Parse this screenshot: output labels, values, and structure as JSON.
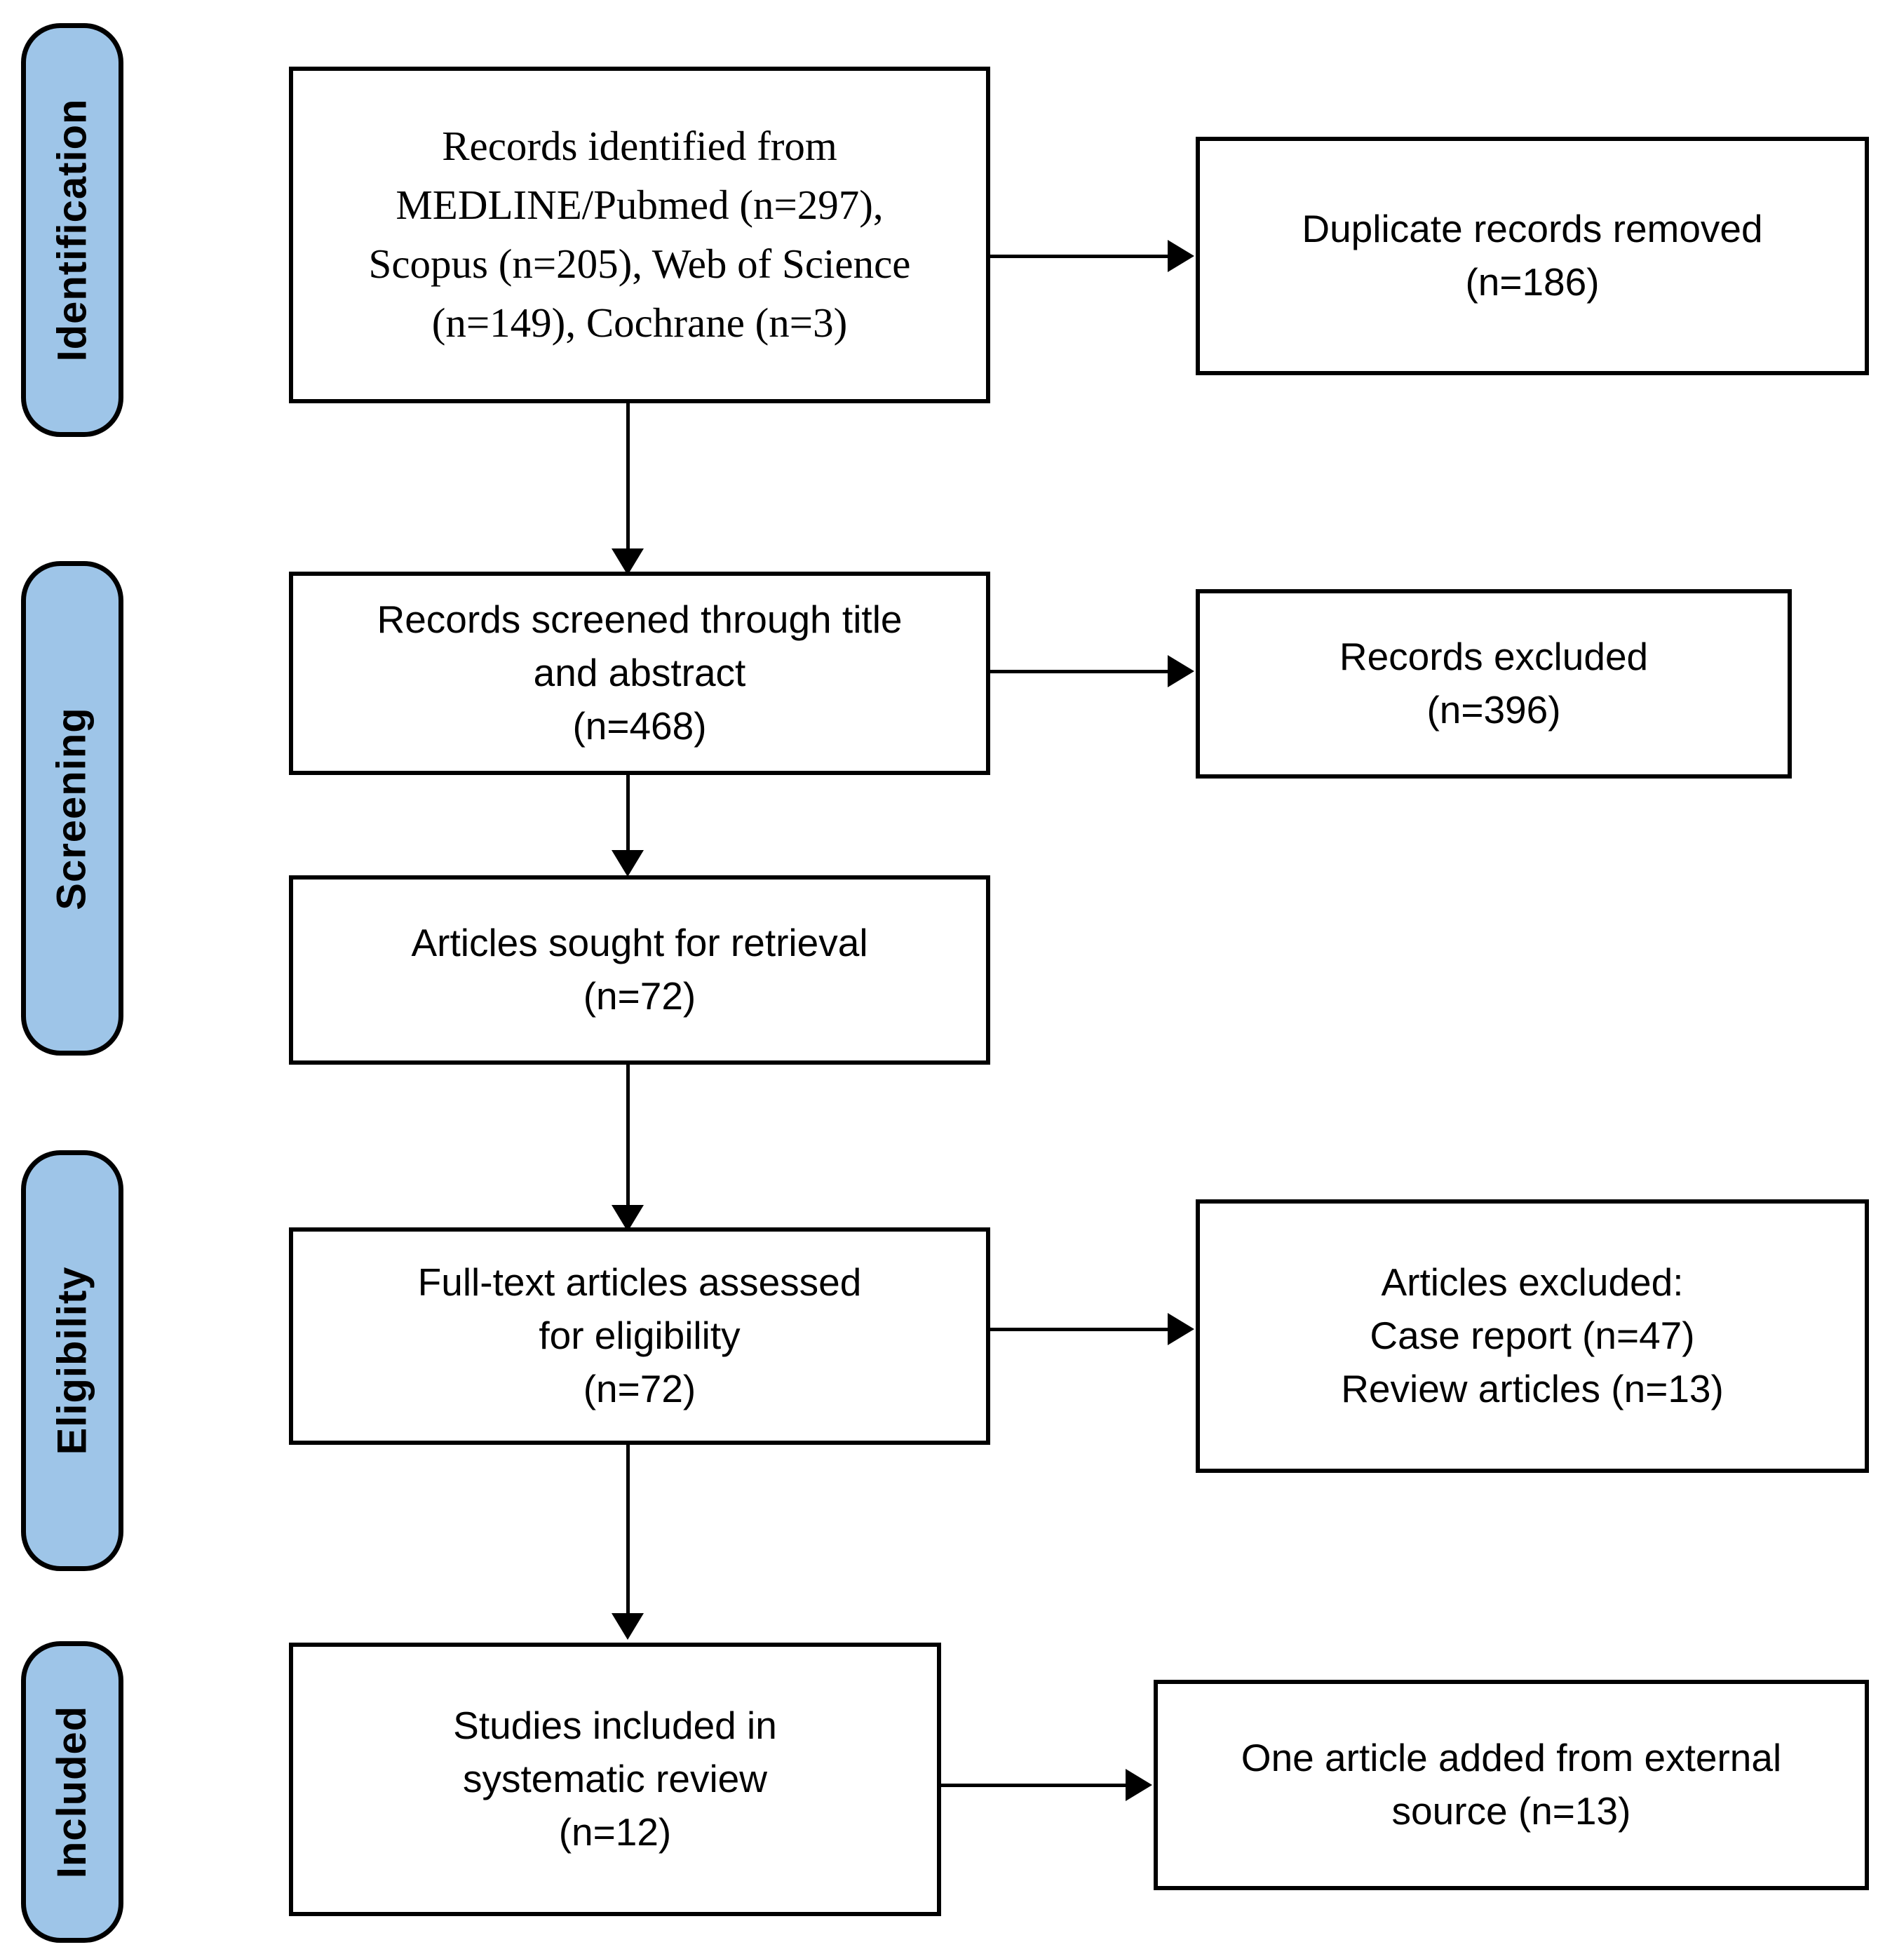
{
  "diagram": {
    "type": "prisma-flow-diagram",
    "stages": [
      {
        "id": "identification",
        "label": "Identification"
      },
      {
        "id": "screening",
        "label": "Screening"
      },
      {
        "id": "eligibility",
        "label": "Eligibility"
      },
      {
        "id": "included",
        "label": "Included"
      }
    ],
    "boxes": [
      {
        "id": "records-identified",
        "stage": "identification",
        "column": "main",
        "text": "Records identified from\nMEDLINE/Pubmed (n=297),\nScopus (n=205), Web of Science\n(n=149), Cochrane (n=3)"
      },
      {
        "id": "duplicates-removed",
        "stage": "identification",
        "column": "side",
        "text": "Duplicate records removed\n(n=186)"
      },
      {
        "id": "records-screened",
        "stage": "screening",
        "column": "main",
        "text": "Records screened through title\nand abstract\n(n=468)"
      },
      {
        "id": "records-excluded",
        "stage": "screening",
        "column": "side",
        "text": "Records excluded\n(n=396)"
      },
      {
        "id": "articles-sought",
        "stage": "screening",
        "column": "main",
        "text": "Articles sought for retrieval\n(n=72)"
      },
      {
        "id": "fulltext-assessed",
        "stage": "eligibility",
        "column": "main",
        "text": "Full-text articles assessed\nfor eligibility\n(n=72)"
      },
      {
        "id": "articles-excluded",
        "stage": "eligibility",
        "column": "side",
        "text": "Articles excluded:\nCase report (n=47)\nReview articles (n=13)"
      },
      {
        "id": "studies-included",
        "stage": "included",
        "column": "main",
        "text": "Studies included in\nsystematic review\n(n=12)"
      },
      {
        "id": "external-source",
        "stage": "included",
        "column": "side",
        "text": "One article added from external\nsource (n=13)"
      }
    ],
    "counts": {
      "medline_pubmed": 297,
      "scopus": 205,
      "web_of_science": 149,
      "cochrane": 3,
      "duplicates_removed": 186,
      "records_screened": 468,
      "records_excluded": 396,
      "articles_sought": 72,
      "fulltext_assessed": 72,
      "excluded_case_report": 47,
      "excluded_review_articles": 13,
      "studies_included": 12,
      "external_source_added": 13
    },
    "colors": {
      "stage_pill_fill": "#9EC5E8",
      "stroke": "#000000",
      "box_fill": "#FFFFFF",
      "background": "#FFFFFF"
    }
  }
}
